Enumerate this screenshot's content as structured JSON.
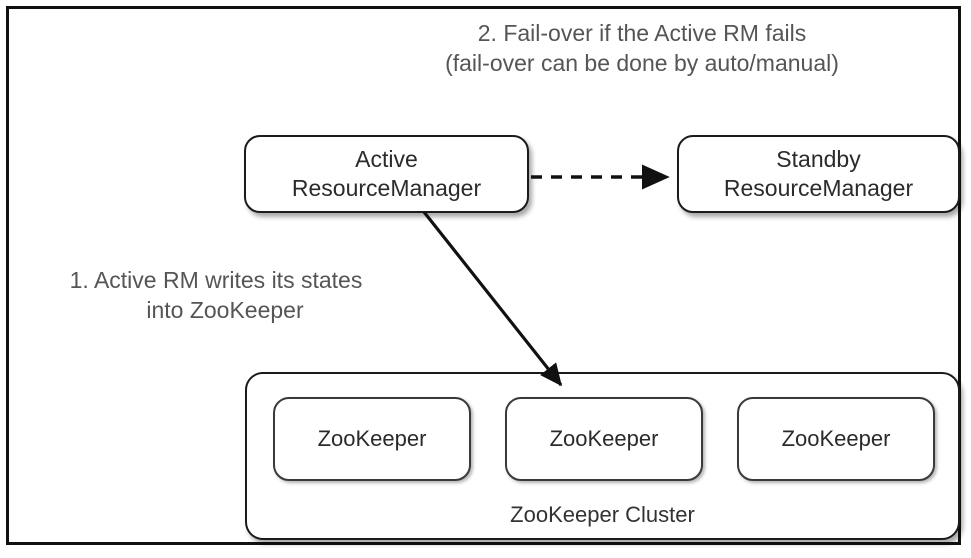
{
  "diagram": {
    "title_annotations": {
      "step2": {
        "line1": "2. Fail-over if the Active RM fails",
        "line2": "(fail-over can be done by auto/manual)"
      },
      "step1": {
        "line1": "1. Active RM writes its states",
        "line2": "into ZooKeeper"
      }
    },
    "nodes": {
      "active_rm": {
        "line1": "Active",
        "line2": "ResourceManager"
      },
      "standby_rm": {
        "line1": "Standby",
        "line2": "ResourceManager"
      }
    },
    "cluster": {
      "label": "ZooKeeper Cluster",
      "members": [
        {
          "label": "ZooKeeper"
        },
        {
          "label": "ZooKeeper"
        },
        {
          "label": "ZooKeeper"
        }
      ]
    },
    "connectors": [
      {
        "name": "failover-arrow",
        "style": "dashed",
        "from": "active_rm",
        "to": "standby_rm"
      },
      {
        "name": "write-state-arrow",
        "style": "solid",
        "from": "active_rm",
        "to": "zookeeper-middle"
      }
    ],
    "colors": {
      "background": "#ffffff",
      "frame": "#111111",
      "box_border": "#1b1b1b",
      "text": "#2b2b2b",
      "caption_text": "#555555",
      "arrow": "#111111"
    }
  }
}
